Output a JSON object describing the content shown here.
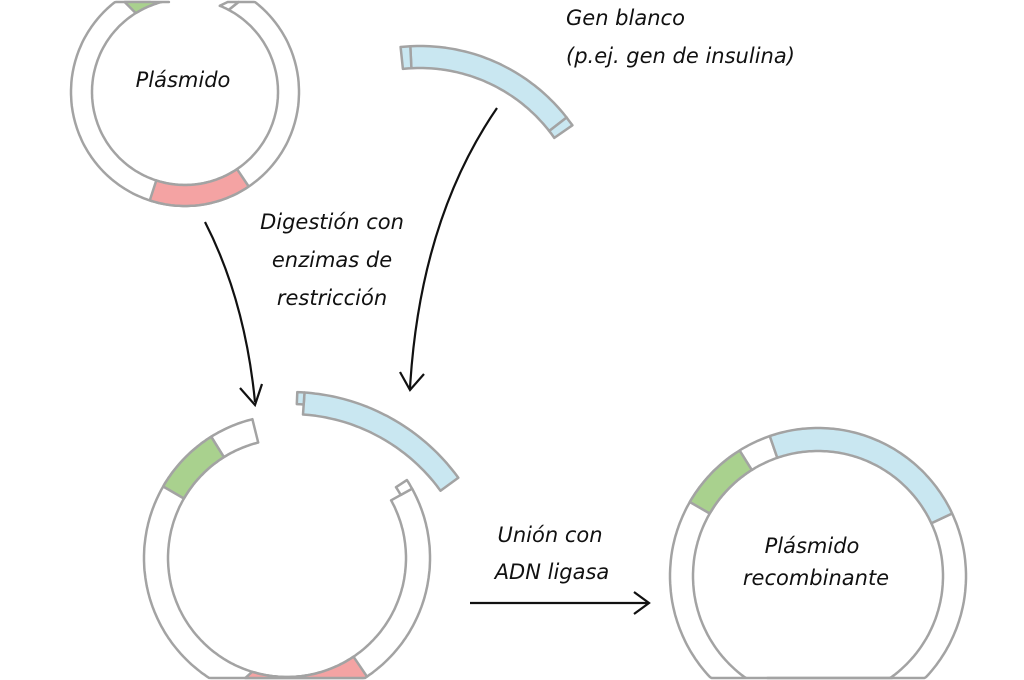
{
  "labels": {
    "plasmid": "Plásmido",
    "target_gene_line1": "Gen blanco",
    "target_gene_line2": "(p.ej. gen de insulina)",
    "digestion_line1": "Digestión con",
    "digestion_line2": "enzimas de",
    "digestion_line3": "restricción",
    "ligation_line1": "Unión con",
    "ligation_line2": "ADN ligasa",
    "recombinant_line1": "Plásmido",
    "recombinant_line2": "recombinante"
  },
  "colors": {
    "outline": "#a3a3a3",
    "antibiotic_marker": "#f4a3a3",
    "origin_marker": "#a9d18e",
    "target_gene": "#c9e7f1",
    "arrow": "#111111"
  }
}
